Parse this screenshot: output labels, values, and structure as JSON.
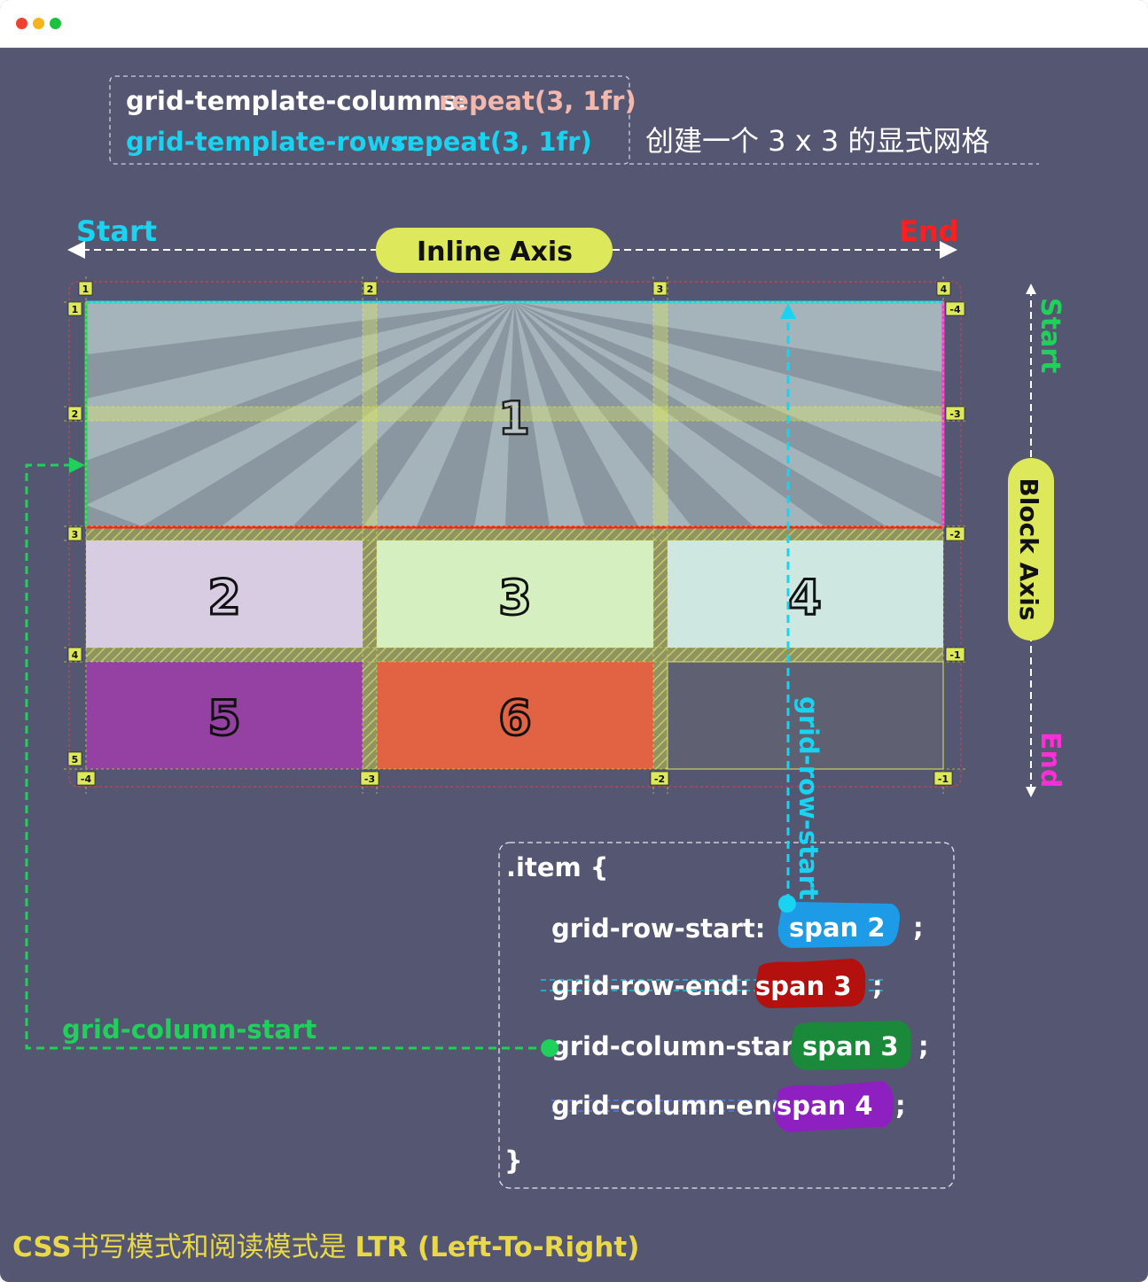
{
  "window": {
    "dots": [
      "close",
      "minimize",
      "zoom"
    ]
  },
  "header": {
    "line1_prop": "grid-template-columns:",
    "line1_val": "repeat(3,  1fr)",
    "line2_prop": "grid-template-rows:",
    "line2_val": "repeat(3, 1fr)",
    "caption": "创建一个 3 x 3 的显式网格"
  },
  "inline_axis": {
    "start": "Start",
    "end": "End",
    "label": "Inline Axis"
  },
  "block_axis": {
    "start": "Start",
    "end": "End",
    "label": "Block Axis"
  },
  "grid_lines": {
    "columns_positive": [
      "1",
      "2",
      "3",
      "4"
    ],
    "columns_negative": [
      "-4",
      "-3",
      "-2",
      "-1"
    ],
    "rows_positive": [
      "1",
      "2",
      "3",
      "4",
      "5"
    ],
    "rows_negative": [
      "-4",
      "-3",
      "-2",
      "-1"
    ]
  },
  "items": {
    "item1": "1",
    "item2": "2",
    "item3": "3",
    "item4": "4",
    "item5": "5",
    "item6": "6"
  },
  "code": {
    "selector": ".item {",
    "close": "}",
    "rows": [
      {
        "prop": "grid-row-start:",
        "val": "span  2",
        "semi": ";"
      },
      {
        "prop": "grid-row-end:",
        "val": "span  3",
        "semi": ";"
      },
      {
        "prop": "grid-column-start:",
        "val": "span   3",
        "semi": ";"
      },
      {
        "prop": "grid-column-end:",
        "val": "span  4",
        "semi": ";"
      }
    ]
  },
  "annotations": {
    "grid_row_start": "grid-row-start",
    "grid_column_start": "grid-column-start"
  },
  "footer": {
    "prefix": "CSS",
    "text": "书写模式和阅读模式是 ",
    "suffix": "LTR (Left-To-Right)"
  },
  "colors": {
    "background": "#555671",
    "cyan": "#19d3f0",
    "green": "#1fd05a",
    "red": "#ff1d1d",
    "magenta": "#ff2ed8",
    "yellow": "#dde85a",
    "salmon": "#f2b8ae",
    "footer_yellow": "#e9d94a"
  }
}
